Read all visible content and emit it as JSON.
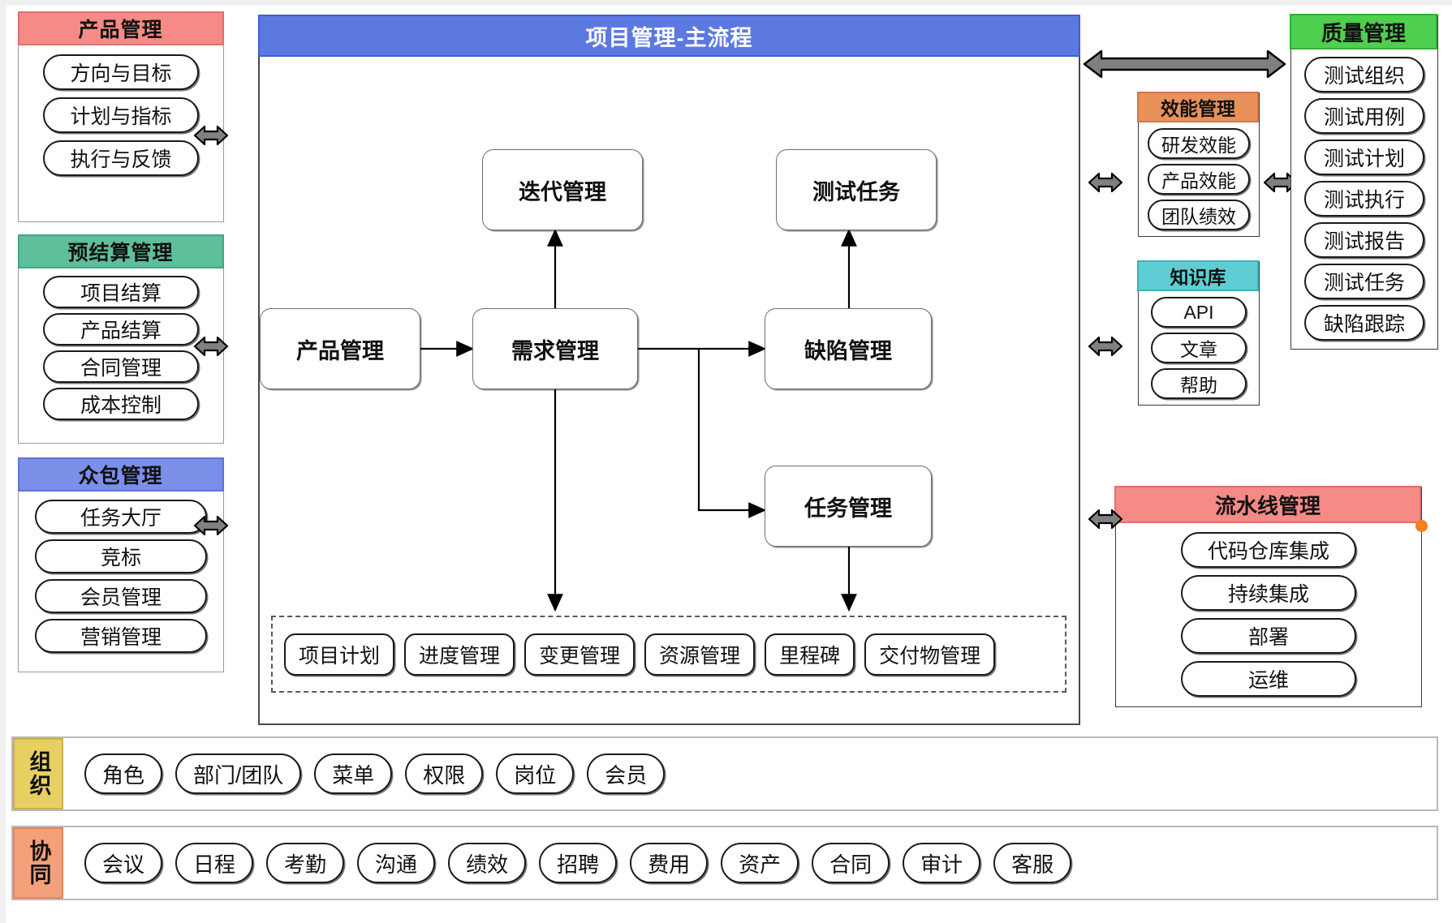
{
  "left_column": [
    {
      "id": "product-management",
      "title": "产品管理",
      "header_color": "#F58A86",
      "items": [
        "方向与目标",
        "计划与指标",
        "执行与反馈"
      ]
    },
    {
      "id": "budget-settlement-management",
      "title": "预结算管理",
      "header_color": "#5FBF9B",
      "items": [
        "项目结算",
        "产品结算",
        "合同管理",
        "成本控制"
      ]
    },
    {
      "id": "crowdsourcing-management",
      "title": "众包管理",
      "header_color": "#7B8FE8",
      "items": [
        "任务大厅",
        "竞标",
        "会员管理",
        "营销管理"
      ]
    }
  ],
  "main": {
    "title": "项目管理-主流程",
    "header_color": "#5B79E0",
    "nodes": {
      "iteration": "迭代管理",
      "test_task": "测试任务",
      "product": "产品管理",
      "requirement": "需求管理",
      "defect": "缺陷管理",
      "task": "任务管理"
    },
    "sub_items": [
      "项目计划",
      "进度管理",
      "变更管理",
      "资源管理",
      "里程碑",
      "交付物管理"
    ]
  },
  "performance": {
    "title": "效能管理",
    "header_color": "#E8915A",
    "items": [
      "研发效能",
      "产品效能",
      "团队绩效"
    ]
  },
  "knowledge_base": {
    "title": "知识库",
    "header_color": "#5FCDD4",
    "items": [
      "API",
      "文章",
      "帮助"
    ]
  },
  "pipeline": {
    "title": "流水线管理",
    "header_color": "#F58A86",
    "marker_color": "#F0821E",
    "items": [
      "代码仓库集成",
      "持续集成",
      "部署",
      "运维"
    ]
  },
  "quality": {
    "title": "质量管理",
    "header_color": "#4ED04E",
    "items": [
      "测试组织",
      "测试用例",
      "测试计划",
      "测试执行",
      "测试报告",
      "测试任务",
      "缺陷跟踪"
    ]
  },
  "organization": {
    "tag": "组织",
    "tag_color": "#E8CF62",
    "items": [
      "角色",
      "部门/团队",
      "菜单",
      "权限",
      "岗位",
      "会员"
    ]
  },
  "collaboration": {
    "tag": "协同",
    "tag_color": "#F4A07A",
    "items": [
      "会议",
      "日程",
      "考勤",
      "沟通",
      "绩效",
      "招聘",
      "费用",
      "资产",
      "合同",
      "审计",
      "客服"
    ]
  },
  "arrows": {
    "color": "#808080",
    "outline": "#000000"
  }
}
